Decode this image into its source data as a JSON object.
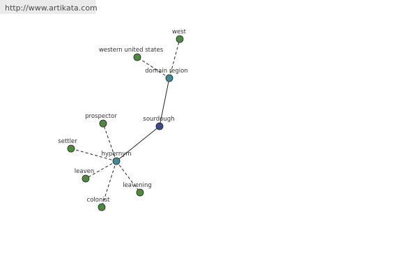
{
  "banner": {
    "url": "http://www.artikata.com"
  },
  "colors": {
    "root": "#3b4a8c",
    "relation": "#3f8c95",
    "leaf": "#4e8a3e",
    "stroke": "#222222",
    "line": "#222222"
  },
  "graph": {
    "nodes": [
      {
        "id": "sourdough",
        "label": "sourdough",
        "kind": "root"
      },
      {
        "id": "domain-region",
        "label": "domain region",
        "kind": "relation"
      },
      {
        "id": "hypernym",
        "label": "hypernym",
        "kind": "relation"
      },
      {
        "id": "west",
        "label": "west",
        "kind": "leaf"
      },
      {
        "id": "western-united-states",
        "label": "western united states",
        "kind": "leaf"
      },
      {
        "id": "prospector",
        "label": "prospector",
        "kind": "leaf"
      },
      {
        "id": "settler",
        "label": "settler",
        "kind": "leaf"
      },
      {
        "id": "leaven",
        "label": "leaven",
        "kind": "leaf"
      },
      {
        "id": "leavening",
        "label": "leavening",
        "kind": "leaf"
      },
      {
        "id": "colonist",
        "label": "colonist",
        "kind": "leaf"
      }
    ],
    "edges": [
      {
        "from": "sourdough",
        "to": "domain-region",
        "style": "solid"
      },
      {
        "from": "sourdough",
        "to": "hypernym",
        "style": "solid"
      },
      {
        "from": "domain-region",
        "to": "west",
        "style": "dashed"
      },
      {
        "from": "domain-region",
        "to": "western-united-states",
        "style": "dashed"
      },
      {
        "from": "hypernym",
        "to": "prospector",
        "style": "dashed"
      },
      {
        "from": "hypernym",
        "to": "settler",
        "style": "dashed"
      },
      {
        "from": "hypernym",
        "to": "leaven",
        "style": "dashed"
      },
      {
        "from": "hypernym",
        "to": "leavening",
        "style": "dashed"
      },
      {
        "from": "hypernym",
        "to": "colonist",
        "style": "dashed"
      }
    ]
  }
}
